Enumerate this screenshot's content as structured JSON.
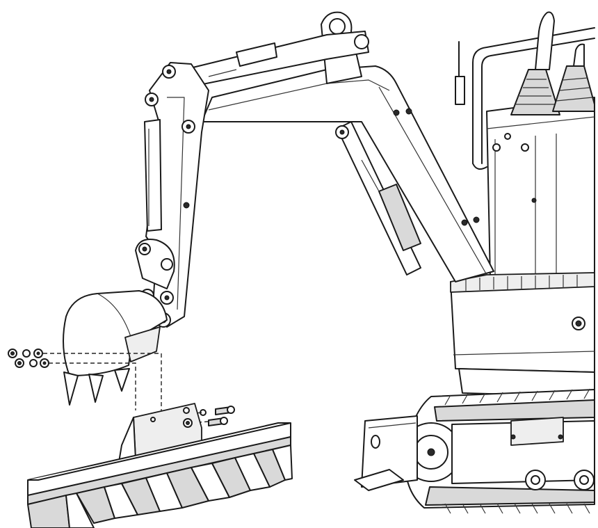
{
  "figure": {
    "parts": {
      "excavator": "mini-excavator",
      "boom": "boom-arm",
      "stick": "dipper-stick",
      "bucket": "digging-bucket",
      "rake": "rake-attachment",
      "track": "crawler-track",
      "blade": "dozer-blade",
      "cab": "operator-controls"
    },
    "colors": {
      "line": "#1a1a1a",
      "fill_shade": "#d9d9d9",
      "fill_light": "#eeeeee",
      "background": "#ffffff"
    }
  }
}
